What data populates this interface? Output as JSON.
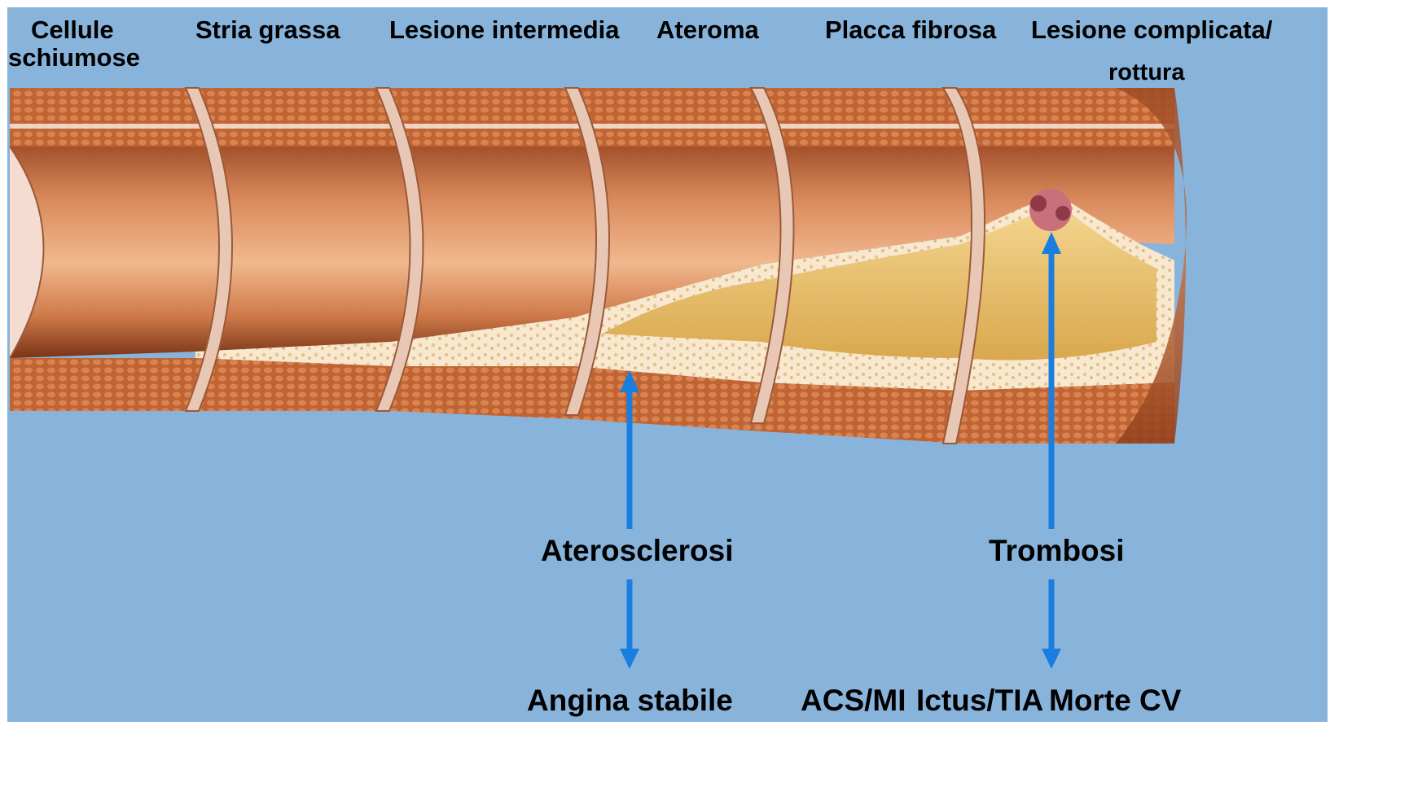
{
  "stages": [
    "Cellule",
    "schiumose",
    "Stria grassa",
    "Lesione intermedia",
    "Ateroma",
    "Placca fibrosa",
    "Lesione complicata/",
    "rottura"
  ],
  "processes": {
    "atherosclerosis": "Aterosclerosi",
    "thrombosis": "Trombosi"
  },
  "outcomes": {
    "stable_angina": "Angina stabile",
    "acs_mi": "ACS/MI",
    "stroke_tia": "Ictus/TIA",
    "cv_death": "Morte CV"
  },
  "colors": {
    "background": "#88b4dc",
    "arrow": "#1a7de0",
    "vessel": "#c86a3c",
    "plaque": "#e9c878"
  }
}
